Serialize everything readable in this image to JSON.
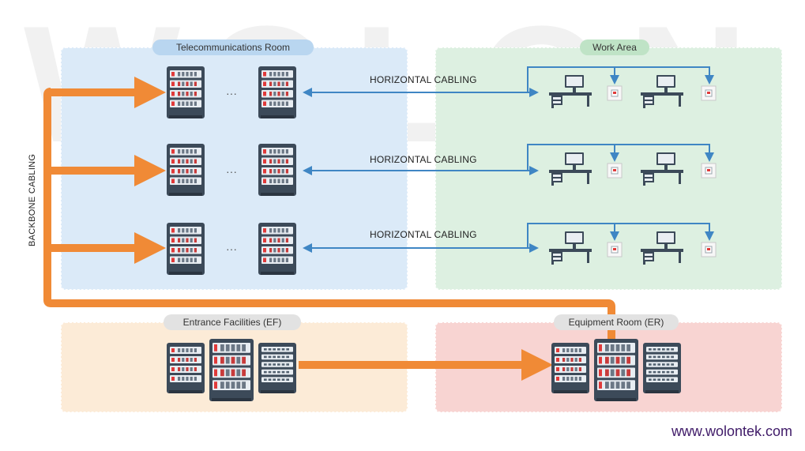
{
  "watermark": "WOLON",
  "zones": {
    "telecom_room": {
      "label": "Telecommunications Room"
    },
    "work_area": {
      "label": "Work Area"
    },
    "entrance_facilities": {
      "label": "Entrance Facilities (EF)"
    },
    "equipment_room": {
      "label": "Equipment Room (ER)"
    }
  },
  "horizontal_cabling": [
    "HORIZONTAL CABLING",
    "HORIZONTAL CABLING",
    "HORIZONTAL CABLING"
  ],
  "backbone_cabling": "BACKBONE CABLING",
  "ellipsis": "···",
  "website": "www.wolontek.com",
  "colors": {
    "telecom_bg": "#dbeaf8",
    "telecom_pill": "#b9d6f0",
    "work_bg": "#ddf0e1",
    "work_pill": "#bfe3c6",
    "ef_bg": "#fcebd7",
    "ef_pill": "#e2e2e2",
    "er_bg": "#f8d4d2",
    "er_pill": "#e2e2e2",
    "backbone_arrow": "#f08a36",
    "horizontal_arrow": "#3f86c4",
    "rack_dark": "#3c4a59",
    "rack_accent": "#e03a3a"
  }
}
